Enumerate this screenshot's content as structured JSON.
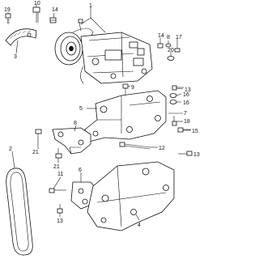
{
  "diagram": {
    "type": "exploded parts diagram",
    "callouts": [
      "1",
      "2",
      "3",
      "4",
      "5",
      "6",
      "7",
      "8",
      "9",
      "10",
      "11",
      "12",
      "13",
      "14",
      "15",
      "16",
      "17",
      "18",
      "19",
      "20",
      "21"
    ],
    "colors": {
      "ink": "#111111",
      "paper": "#ffffff"
    }
  }
}
